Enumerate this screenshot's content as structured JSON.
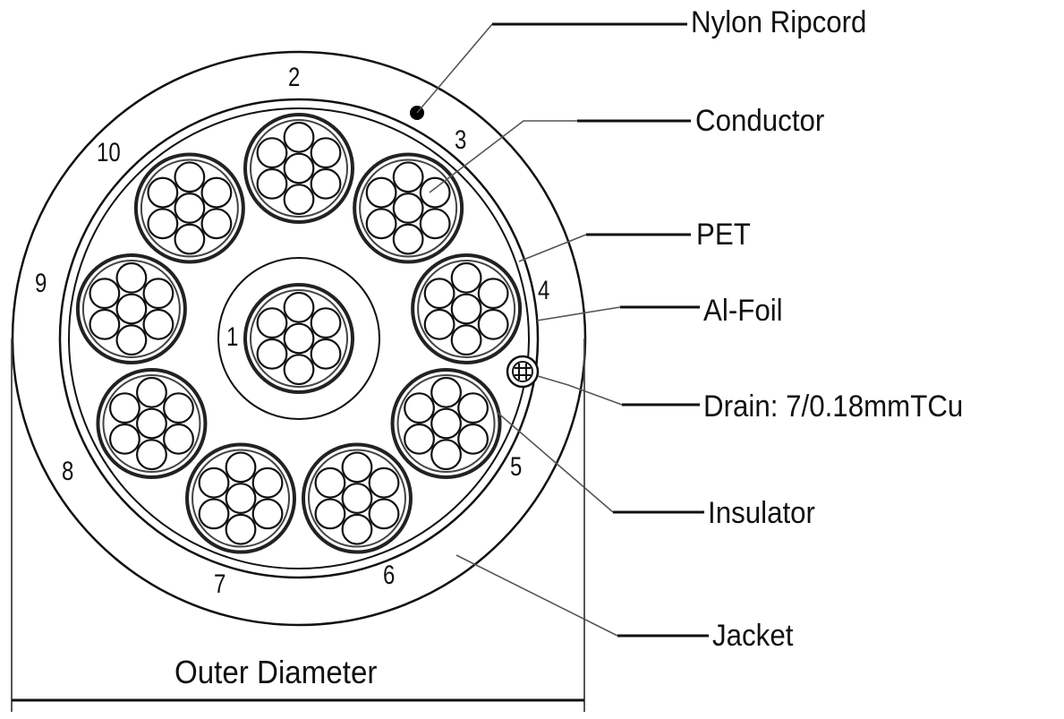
{
  "title": "Cable cross-section",
  "callouts": [
    {
      "id": "nylon-ripcord",
      "label": "Nylon Ripcord"
    },
    {
      "id": "conductor",
      "label": "Conductor"
    },
    {
      "id": "pet",
      "label": "PET"
    },
    {
      "id": "al-foil",
      "label": "Al-Foil"
    },
    {
      "id": "drain",
      "label": "Drain: 7/0.18mmTCu"
    },
    {
      "id": "insulator",
      "label": "Insulator"
    },
    {
      "id": "jacket",
      "label": "Jacket"
    }
  ],
  "conductor_numbers": [
    "1",
    "2",
    "3",
    "4",
    "5",
    "6",
    "7",
    "8",
    "9",
    "10"
  ],
  "dimension": {
    "label": "Outer Diameter"
  },
  "colors": {
    "line": "#111111",
    "leader": "#555555",
    "background": "#ffffff"
  }
}
